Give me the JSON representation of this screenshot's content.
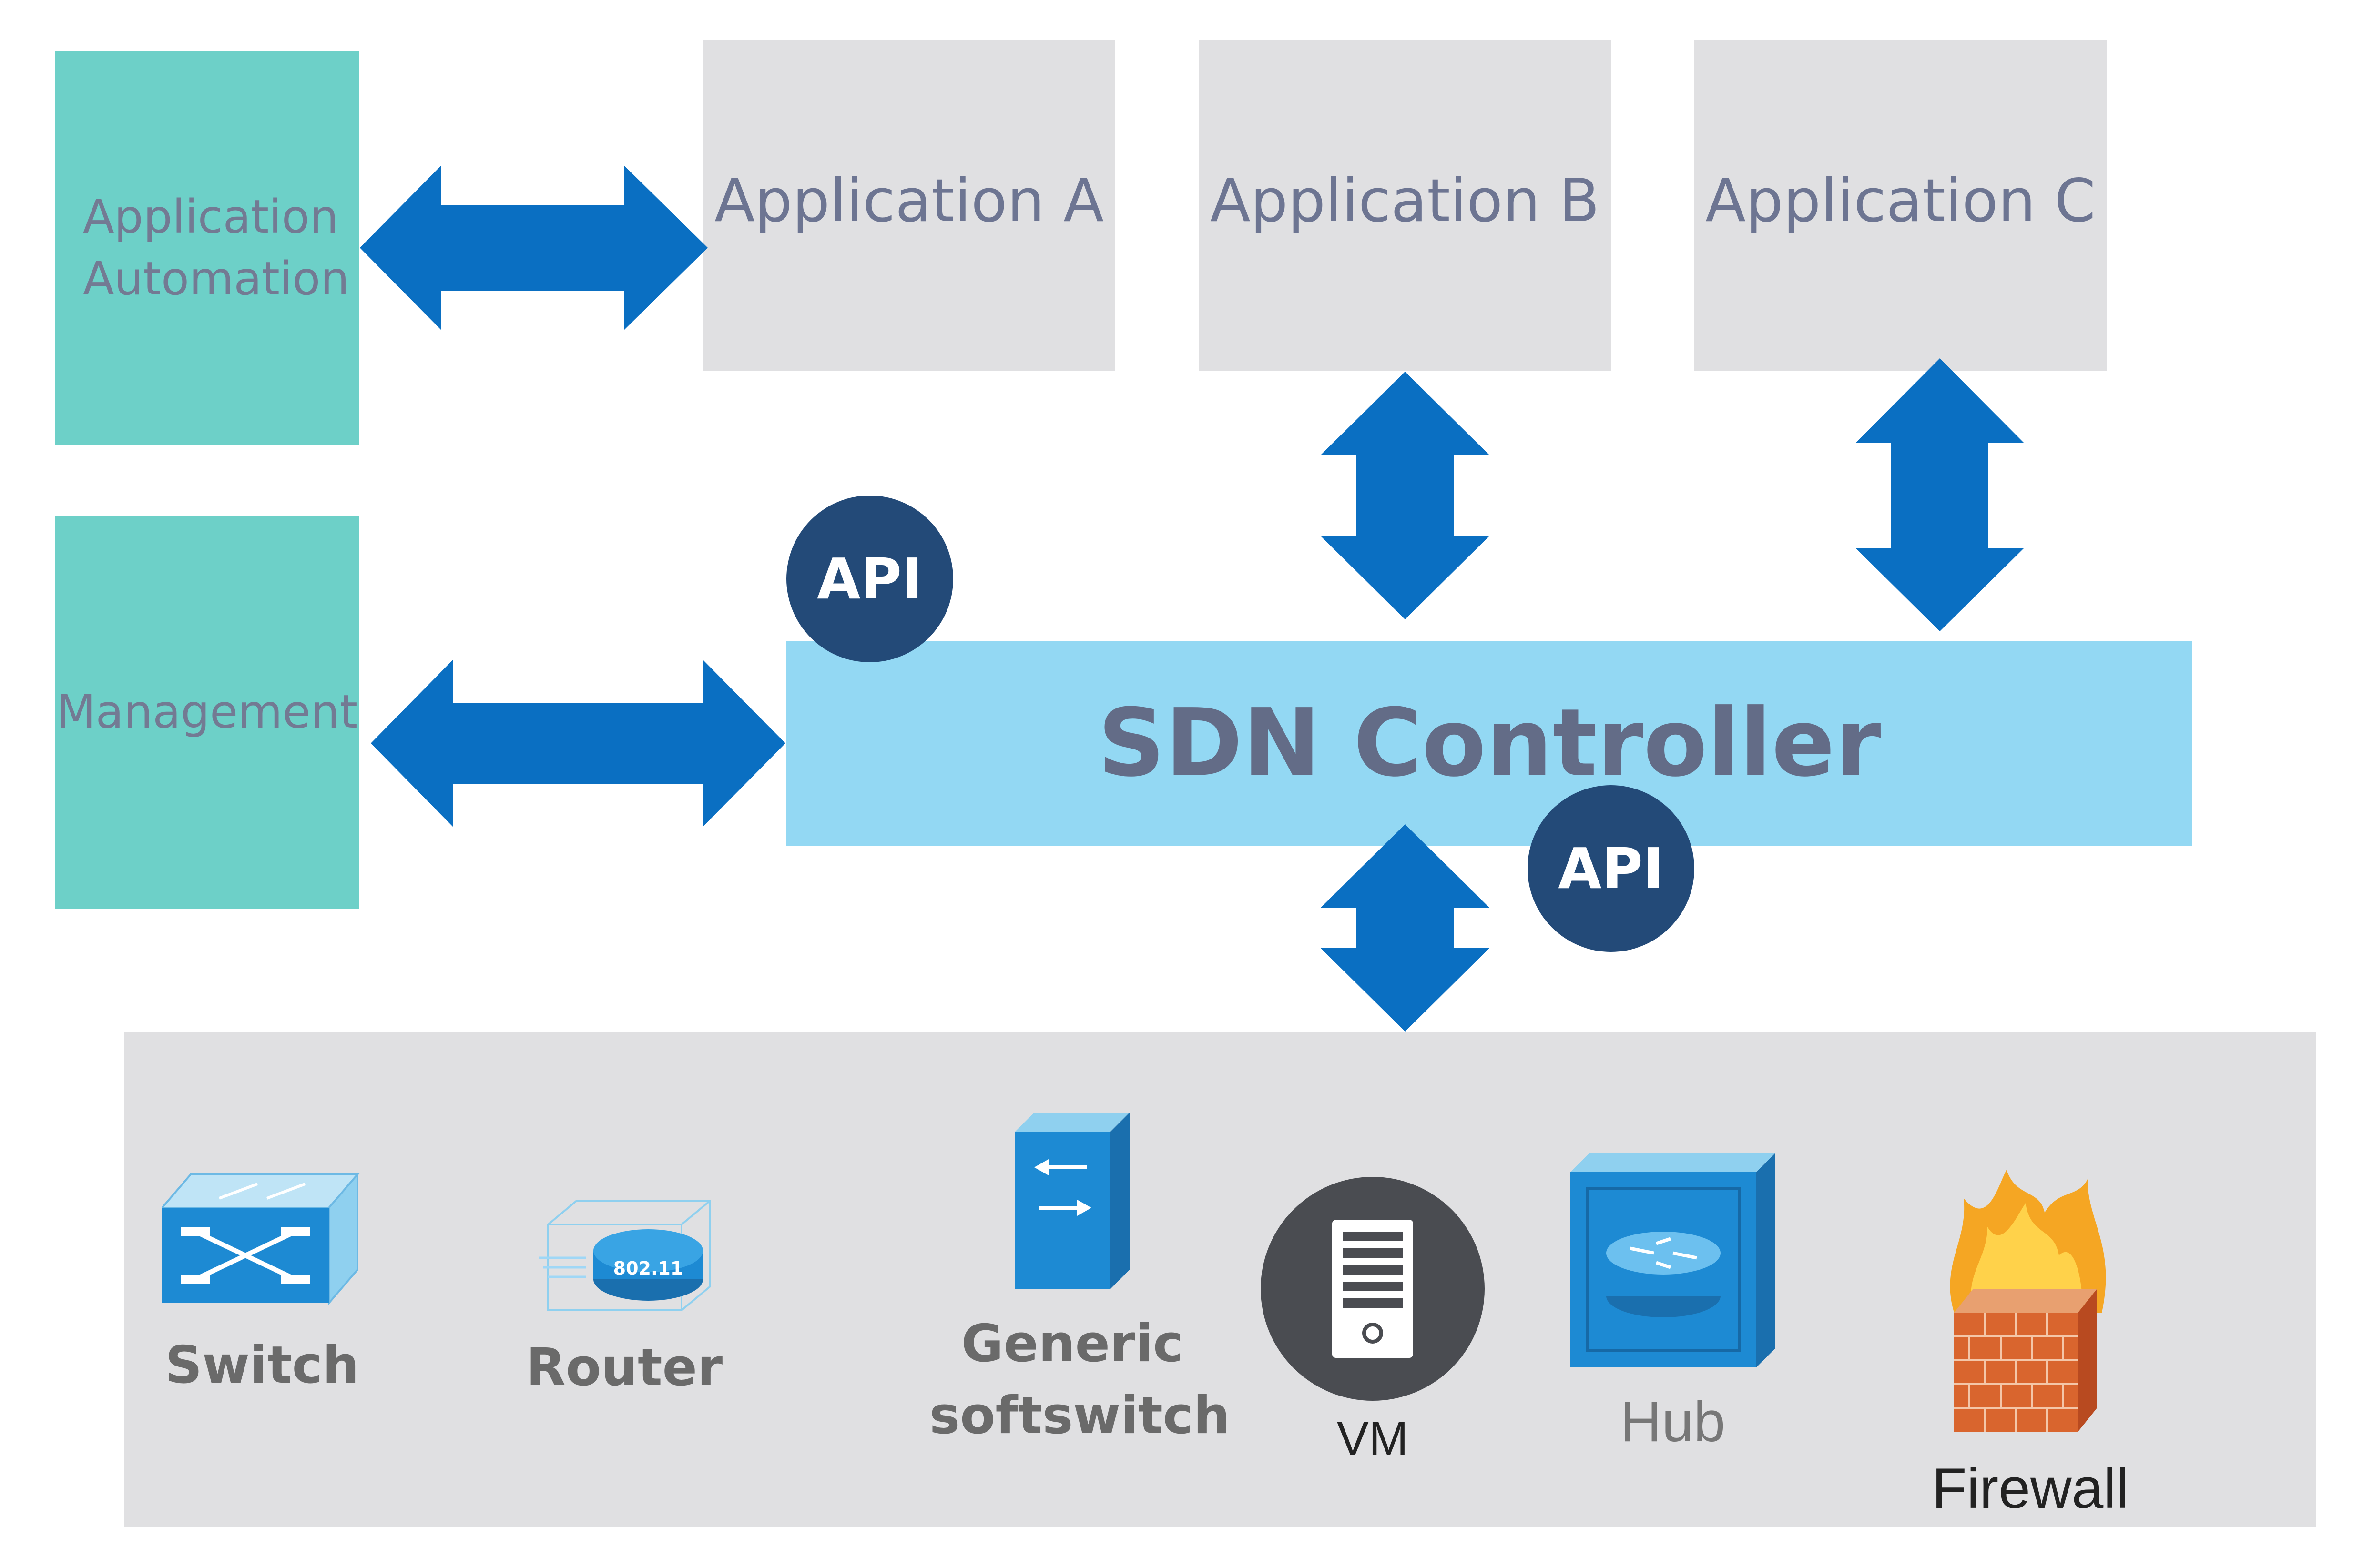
{
  "boxes": {
    "application_automation": "Application Automation",
    "management": "Management",
    "application_a": "Application A",
    "application_b": "Application B",
    "application_c": "Application C"
  },
  "controller": {
    "label": "SDN Controller"
  },
  "api_badges": {
    "upper": "API",
    "lower": "API"
  },
  "devices": {
    "switch": "Switch",
    "router": "Router",
    "router_badge": "802.11",
    "generic_softswitch": "Generic softswitch",
    "vm": "VM",
    "hub": "Hub",
    "firewall": "Firewall"
  },
  "colors": {
    "teal": "#6dd0c8",
    "app_box": "#e0e0e2",
    "controller": "#93d8f3",
    "arrow": "#0a6fc2",
    "api_badge": "#234a78",
    "device_blue": "#1d8ad3"
  }
}
